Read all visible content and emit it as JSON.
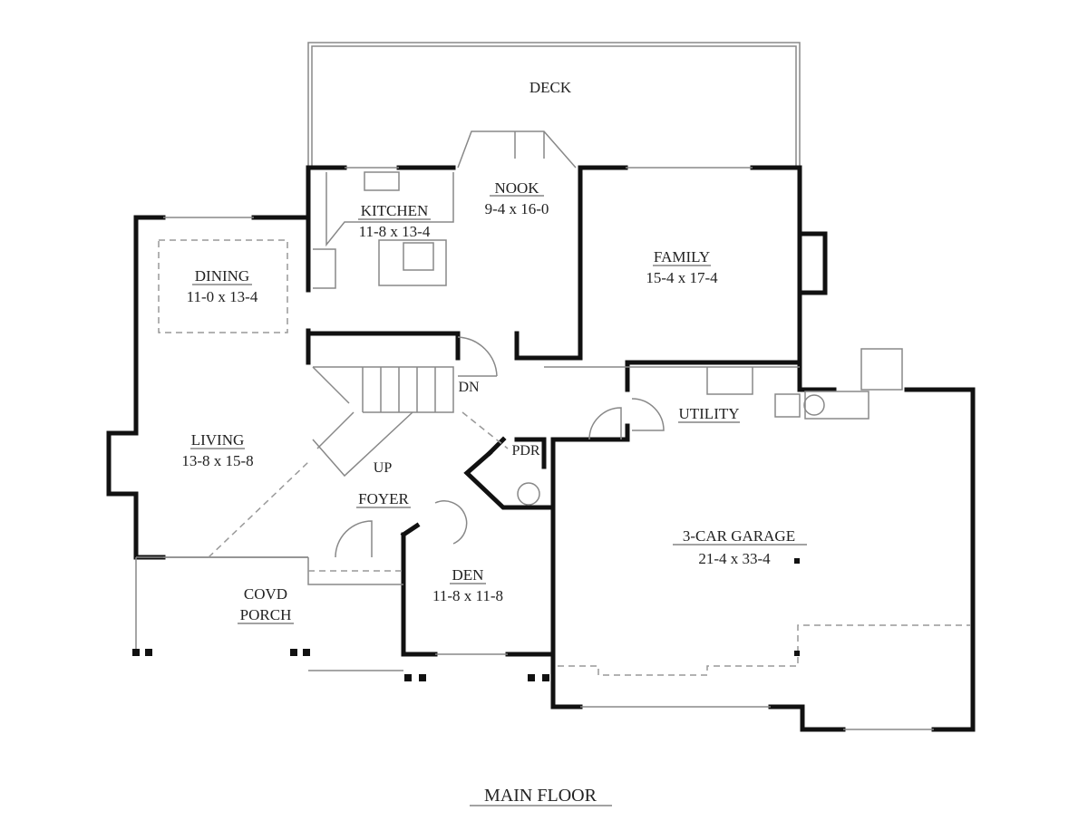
{
  "title": "MAIN FLOOR",
  "rooms": {
    "deck": {
      "name": "DECK"
    },
    "nook": {
      "name": "NOOK",
      "size": "9-4 x 16-0"
    },
    "kitchen": {
      "name": "KITCHEN",
      "size": "11-8 x 13-4"
    },
    "family": {
      "name": "FAMILY",
      "size": "15-4 x 17-4"
    },
    "dining": {
      "name": "DINING",
      "size": "11-0 x 13-4"
    },
    "living": {
      "name": "LIVING",
      "size": "13-8 x 15-8"
    },
    "foyer": {
      "name": "FOYER"
    },
    "pdr": {
      "name": "PDR"
    },
    "utility": {
      "name": "UTILITY"
    },
    "garage": {
      "name": "3-CAR GARAGE",
      "size": "21-4 x 33-4"
    },
    "den": {
      "name": "DEN",
      "size": "11-8 x 11-8"
    },
    "porch": {
      "line1": "COVD",
      "line2": "PORCH"
    }
  },
  "stairs": {
    "down": "DN",
    "up": "UP"
  }
}
